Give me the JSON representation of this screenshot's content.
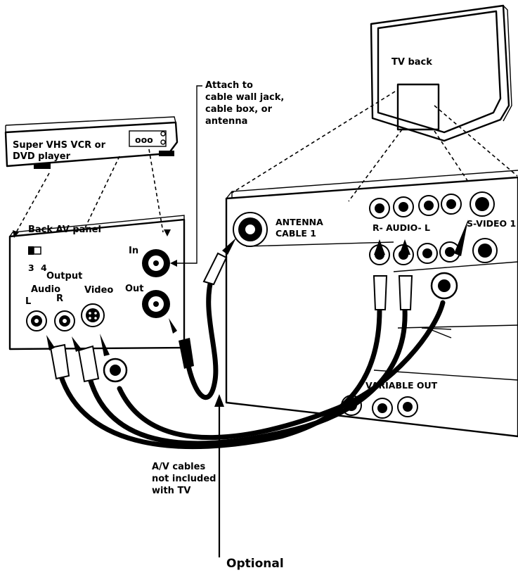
{
  "tv": {
    "back_label": "TV back",
    "antenna_label_line1": "ANTENNA",
    "antenna_label_line2": "CABLE 1",
    "audio_label": "R- AUDIO- L",
    "svideo_label": "S-VIDEO 1",
    "variable_out_label": "VARIABLE OUT"
  },
  "vcr": {
    "label_line1": "Super VHS VCR or",
    "label_line2": "DVD player",
    "display_text": "ooo",
    "panel_title": "Back AV panel",
    "channel_3": "3",
    "channel_4": "4",
    "output_label": "Output",
    "audio_label": "Audio",
    "left_label": "L",
    "right_label": "R",
    "video_label": "Video",
    "in_label": "In",
    "out_label": "Out"
  },
  "callouts": {
    "attach_line1": "Attach to",
    "attach_line2": "cable wall jack,",
    "attach_line3": "cable box, or",
    "attach_line4": "antenna",
    "cables_line1": "A/V cables",
    "cables_line2": "not included",
    "cables_line3": "with TV",
    "optional": "Optional"
  }
}
